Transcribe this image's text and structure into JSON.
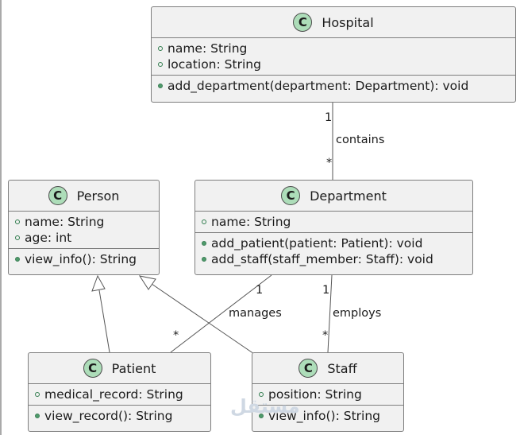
{
  "classes": {
    "hospital": {
      "name": "Hospital",
      "badge": "C",
      "attributes": [
        "name: String",
        "location: String"
      ],
      "methods": [
        "add_department(department: Department): void"
      ]
    },
    "person": {
      "name": "Person",
      "badge": "C",
      "attributes": [
        "name: String",
        "age: int"
      ],
      "methods": [
        "view_info(): String"
      ]
    },
    "department": {
      "name": "Department",
      "badge": "C",
      "attributes": [
        "name: String"
      ],
      "methods": [
        "add_patient(patient: Patient): void",
        "add_staff(staff_member: Staff): void"
      ]
    },
    "patient": {
      "name": "Patient",
      "badge": "C",
      "attributes": [
        "medical_record: String"
      ],
      "methods": [
        "view_record(): String"
      ]
    },
    "staff": {
      "name": "Staff",
      "badge": "C",
      "attributes": [
        "position: String"
      ],
      "methods": [
        "view_info(): String"
      ]
    }
  },
  "relations": {
    "contains": {
      "label": "contains",
      "source_mult": "1",
      "target_mult": "*"
    },
    "manages": {
      "label": "manages",
      "source_mult": "1",
      "target_mult": "*"
    },
    "employs": {
      "label": "employs",
      "source_mult": "1",
      "target_mult": "*"
    }
  },
  "watermark": "مستقل"
}
